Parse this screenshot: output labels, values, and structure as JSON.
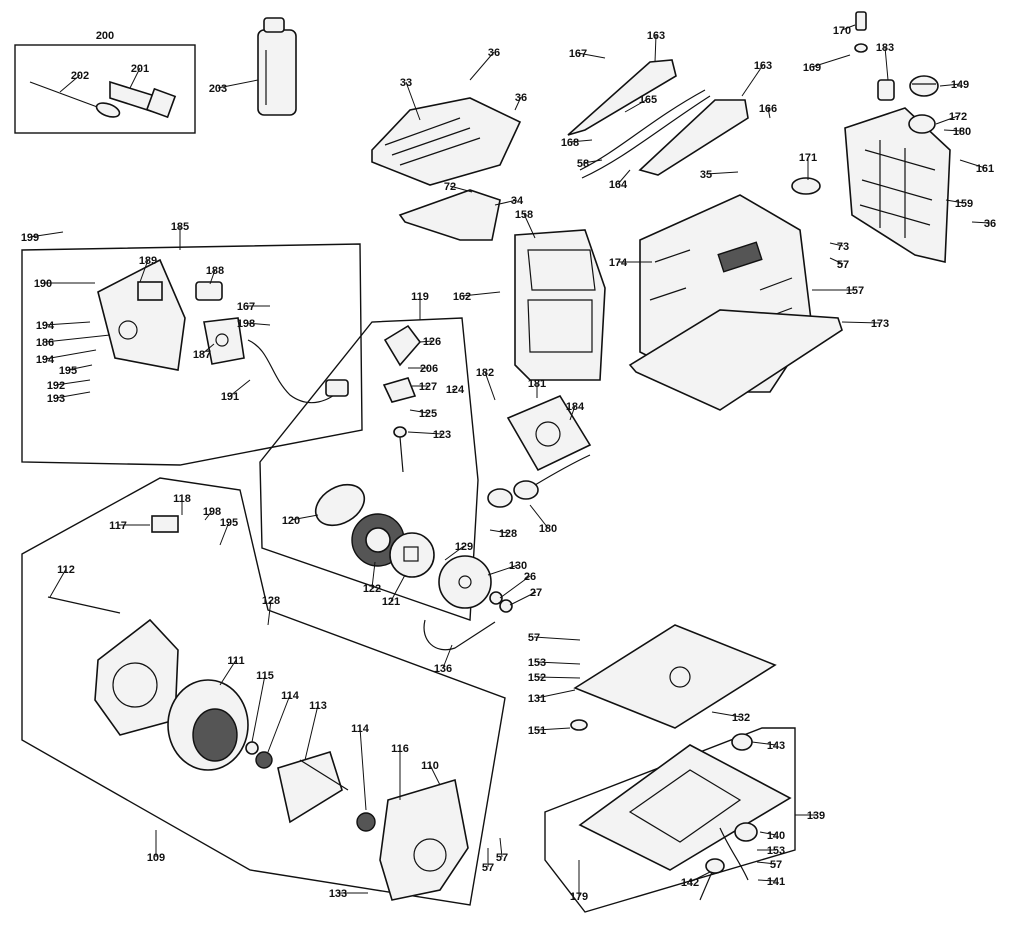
{
  "diagram": {
    "callouts": [
      "200",
      "201",
      "202",
      "203",
      "33",
      "36",
      "36",
      "72",
      "34",
      "167",
      "163",
      "165",
      "168",
      "58",
      "164",
      "163",
      "166",
      "35",
      "171",
      "170",
      "169",
      "183",
      "149",
      "172",
      "180",
      "161",
      "159",
      "36",
      "73",
      "57",
      "157",
      "174",
      "173",
      "158",
      "162",
      "199",
      "185",
      "190",
      "189",
      "188",
      "194",
      "186",
      "194",
      "195",
      "192",
      "193",
      "187",
      "167",
      "198",
      "191",
      "119",
      "126",
      "206",
      "127",
      "124",
      "125",
      "123",
      "182",
      "181",
      "184",
      "180",
      "118",
      "117",
      "198",
      "195",
      "120",
      "122",
      "121",
      "128",
      "129",
      "130",
      "26",
      "27",
      "136",
      "112",
      "128",
      "111",
      "115",
      "114",
      "113",
      "114",
      "116",
      "110",
      "57",
      "57",
      "109",
      "133",
      "57",
      "153",
      "152",
      "131",
      "151",
      "132",
      "143",
      "139",
      "140",
      "153",
      "57",
      "142",
      "141",
      "179"
    ]
  }
}
